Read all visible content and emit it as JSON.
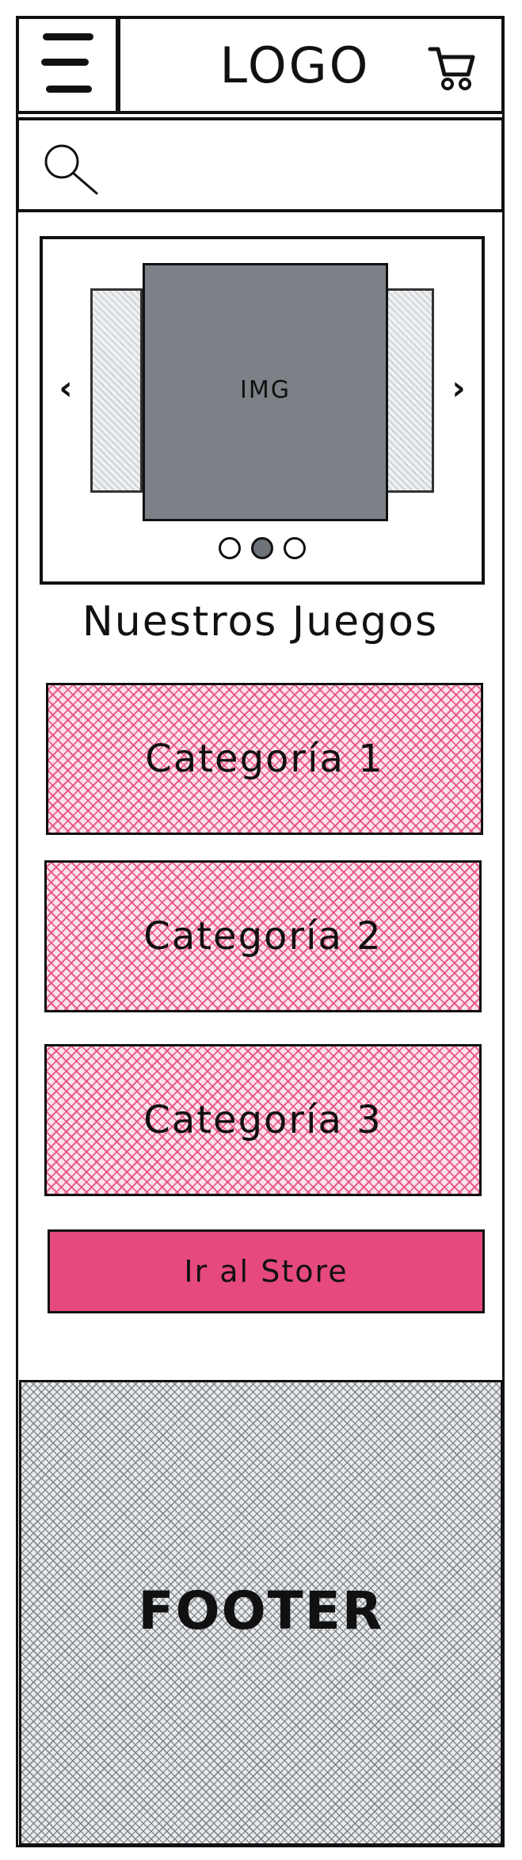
{
  "header": {
    "logo": "LOGO"
  },
  "search": {
    "placeholder": ""
  },
  "carousel": {
    "image_label": "IMG",
    "prev_icon": "chevron-left-icon",
    "next_icon": "chevron-right-icon",
    "dots": 3,
    "active_dot": 2
  },
  "section": {
    "title": "Nuestros Juegos"
  },
  "categories": [
    {
      "label": "Categoría 1"
    },
    {
      "label": "Categoría 2"
    },
    {
      "label": "Categoría 3"
    }
  ],
  "store_button": {
    "label": "Ir al Store"
  },
  "footer": {
    "label": "FOOTER"
  },
  "colors": {
    "accent": "#e64980",
    "slide_gray": "#7b8187",
    "footer_gray": "#868e96"
  }
}
